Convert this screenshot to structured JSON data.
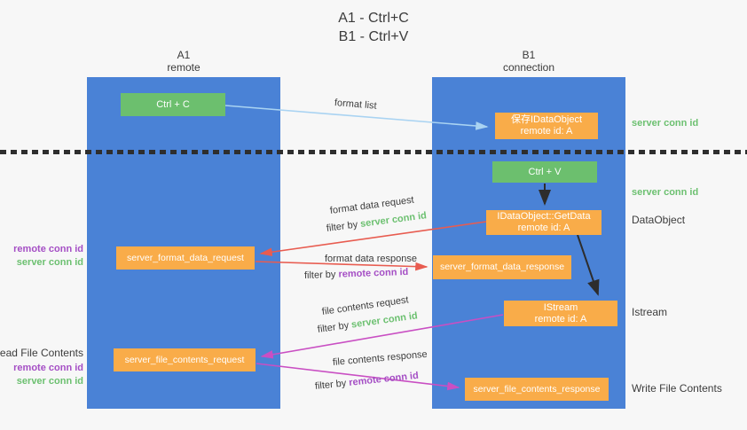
{
  "title": {
    "line1": "A1 - Ctrl+C",
    "line2": "B1 - Ctrl+V"
  },
  "columns": {
    "a": {
      "name": "A1",
      "role": "remote"
    },
    "b": {
      "name": "B1",
      "role": "connection"
    }
  },
  "nodes": {
    "ctrl_c": {
      "label": "Ctrl + C"
    },
    "save_idataobject": {
      "line1": "保存IDataObject",
      "line2": "remote id: A"
    },
    "ctrl_v": {
      "label": "Ctrl + V"
    },
    "getdata": {
      "line1": "IDataObject::GetData",
      "line2": "remote id: A"
    },
    "istream": {
      "line1": "IStream",
      "line2": "remote id: A"
    },
    "format_request": {
      "label": "server_format_data_request"
    },
    "format_response": {
      "label": "server_format_data_response"
    },
    "file_request": {
      "label": "server_file_contents_request"
    },
    "file_response": {
      "label": "server_file_contents_response"
    }
  },
  "edges": {
    "format_list": {
      "label": "format list"
    },
    "format_data_request": {
      "label": "format data request",
      "filter_prefix": "filter by ",
      "filter_key": "server conn id"
    },
    "format_data_response": {
      "label": "format data response",
      "filter_prefix": "filter by ",
      "filter_key": "remote conn id"
    },
    "file_contents_request": {
      "label": "file contents request",
      "filter_prefix": "filter by ",
      "filter_key": "server conn id"
    },
    "file_contents_response": {
      "label": "file contents response",
      "filter_prefix": "filter by ",
      "filter_key": "remote conn id"
    }
  },
  "annotations": {
    "right_server_conn_id_top": "server conn id",
    "right_server_conn_id_mid": "server conn id",
    "right_dataobject": "DataObject",
    "right_istream": "Istream",
    "right_write_file_contents": "Write File Contents",
    "left_remote_conn_id_top": "remote conn id",
    "left_server_conn_id_top": "server conn id",
    "left_read_file_contents": "Read File Contents",
    "left_remote_conn_id_bottom": "remote conn id",
    "left_server_conn_id_bottom": "server conn id"
  },
  "colors": {
    "background": "#f7f7f7",
    "lane_fill": "#4a82d6",
    "green_box": "#6cbf6e",
    "orange_box": "#f9ac49",
    "green_text": "#6cc070",
    "purple_text": "#a54fc5",
    "red_arrow": "#e85c50",
    "magenta_arrow": "#c94fc3",
    "light_blue_arrow": "#a9d3f2",
    "black_arrow": "#2d2d2d",
    "dark_text": "#3c3c3c"
  }
}
